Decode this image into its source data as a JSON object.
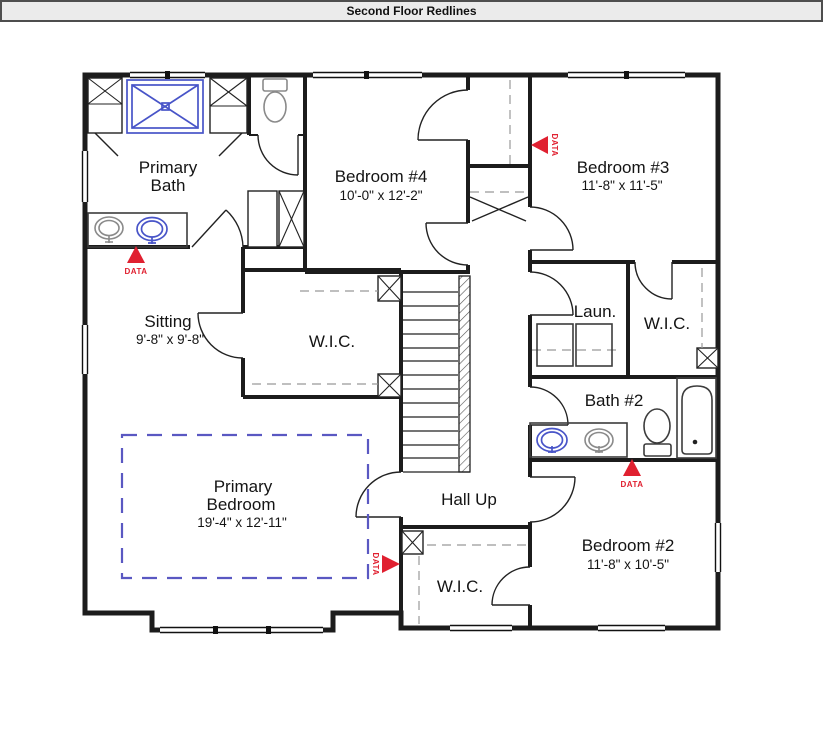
{
  "title_bar": {
    "title": "Second Floor Redlines"
  },
  "rooms": {
    "primary_bath": {
      "name_line1": "Primary",
      "name_line2": "Bath"
    },
    "bedroom4": {
      "name": "Bedroom #4",
      "dims": "10'-0\" x 12'-2\""
    },
    "bedroom3": {
      "name": "Bedroom #3",
      "dims": "11'-8\" x 11'-5\""
    },
    "sitting": {
      "name": "Sitting",
      "dims": "9'-8\" x 9'-8\""
    },
    "wic_primary": {
      "name": "W.I.C."
    },
    "laundry": {
      "name": "Laun."
    },
    "wic_bedroom3": {
      "name": "W.I.C."
    },
    "bath2": {
      "name": "Bath #2"
    },
    "primary_bedroom": {
      "name_line1": "Primary",
      "name_line2": "Bedroom",
      "dims": "19'-4\" x 12'-11\""
    },
    "hall": {
      "name": "Hall Up"
    },
    "wic_bedroom2": {
      "name": "W.I.C."
    },
    "bedroom2": {
      "name": "Bedroom #2",
      "dims": "11'-8\" x 10'-5\""
    }
  },
  "markers": [
    {
      "label": "DATA",
      "location": "primary-bath-vanity",
      "direction": "up"
    },
    {
      "label": "DATA",
      "location": "bedroom-3-wall",
      "direction": "left"
    },
    {
      "label": "DATA",
      "location": "primary-bedroom-wall",
      "direction": "right"
    },
    {
      "label": "DATA",
      "location": "bath-2-wall",
      "direction": "up"
    }
  ],
  "colors": {
    "wall": "#1c1c1c",
    "redline": "#e02030",
    "fixture-blue": "#4854c8",
    "tray-dash": "#5a58c2",
    "titlebar-bg": "#ebebeb",
    "titlebar-border": "#4e4e4e"
  }
}
